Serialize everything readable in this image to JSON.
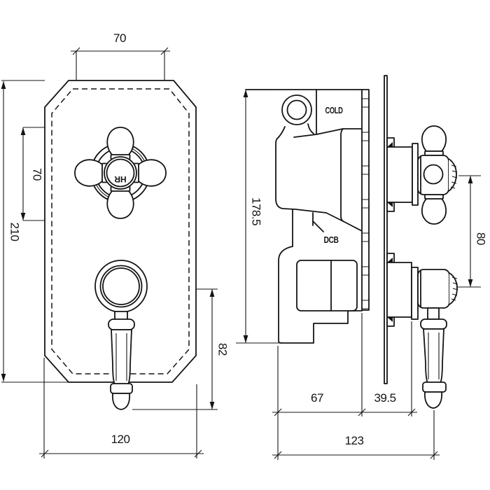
{
  "drawing": {
    "type": "technical-dimension-drawing",
    "subject": "twin concealed thermostatic shower valve",
    "colors": {
      "line": "#141414",
      "background": "#ffffff"
    },
    "front_view": {
      "handle_width": "70",
      "handle_height": "70",
      "plate_height": "210",
      "plate_width": "120",
      "lever_projection": "82",
      "hub_logo": "HR"
    },
    "side_view": {
      "overall_height": "178.5",
      "handle_centres": "80",
      "body_depth": "67",
      "handle_depth": "39.5",
      "overall_depth": "123",
      "cold_label": "COLD",
      "dcb_label": "DCB"
    }
  }
}
